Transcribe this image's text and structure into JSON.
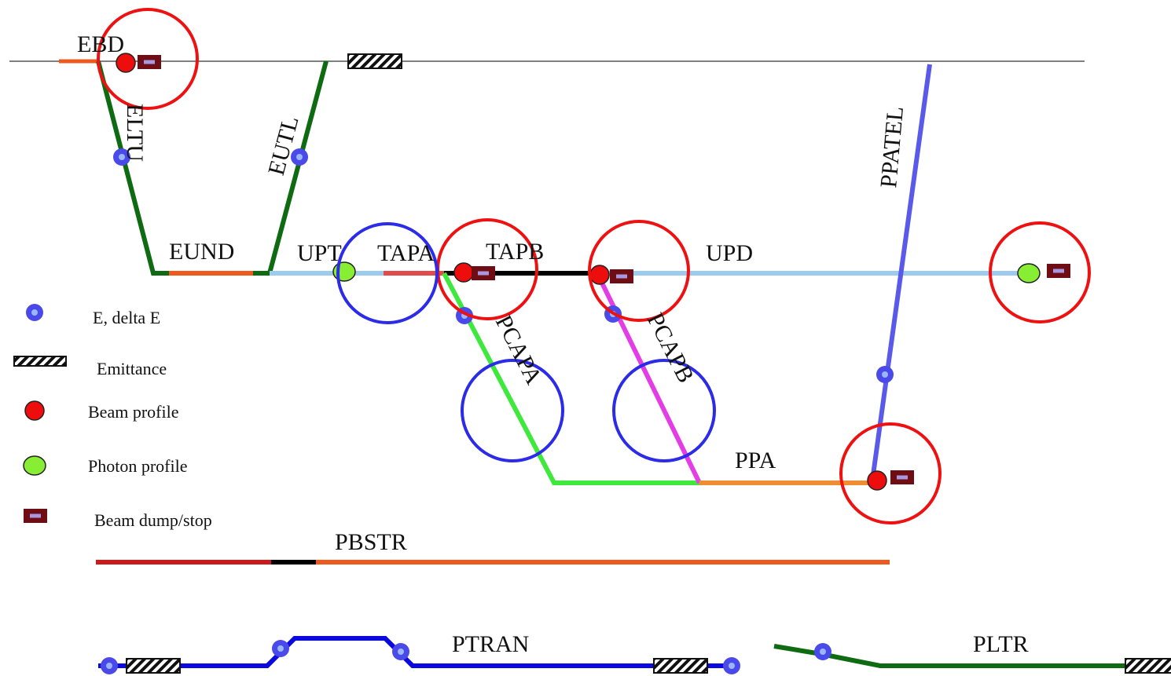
{
  "colors": {
    "background": "#ffffff",
    "main_line": "#555555",
    "dark_green": "#0e6b12",
    "orange": "#ee5a1e",
    "light_blue": "#9ccbee",
    "red_line": "#e24b4b",
    "black_line": "#000000",
    "green_line": "#3ee83c",
    "magenta_line": "#e33ee6",
    "purple_blue": "#5a5aea",
    "orange_ppa": "#f08c32",
    "dark_red": "#cc1a1a",
    "blue_line": "#0a0ae0",
    "diag_blue_marker": "#4a4aea",
    "beam_profile_red": "#ee0d0d",
    "photon_green": "#88ee33",
    "dump_fill": "#6e0d14",
    "dump_slot": "#a898e0",
    "circle_red": "#ee1111",
    "circle_blue": "#2b2be8"
  },
  "labels": {
    "ebd": "EBD",
    "eltu": "ELTU",
    "eutl": "EUTL",
    "eund": "EUND",
    "upt": "UPT",
    "tapa": "TAPA",
    "tapb": "TAPB",
    "upd": "UPD",
    "ppatel": "PPATEL",
    "pcapa": "PCAPA",
    "pcapb": "PCAPB",
    "ppa": "PPA",
    "pbstr": "PBSTR",
    "ptran": "PTRAN",
    "pltr": "PLTR"
  },
  "legend": [
    {
      "icon": "blue-dot-icon",
      "text": "E, delta E"
    },
    {
      "icon": "hatched-bar-icon",
      "text": "Emittance"
    },
    {
      "icon": "red-dot-icon",
      "text": "Beam profile"
    },
    {
      "icon": "green-dot-icon",
      "text": "Photon profile"
    },
    {
      "icon": "dump-block-icon",
      "text": "Beam dump/stop"
    }
  ]
}
